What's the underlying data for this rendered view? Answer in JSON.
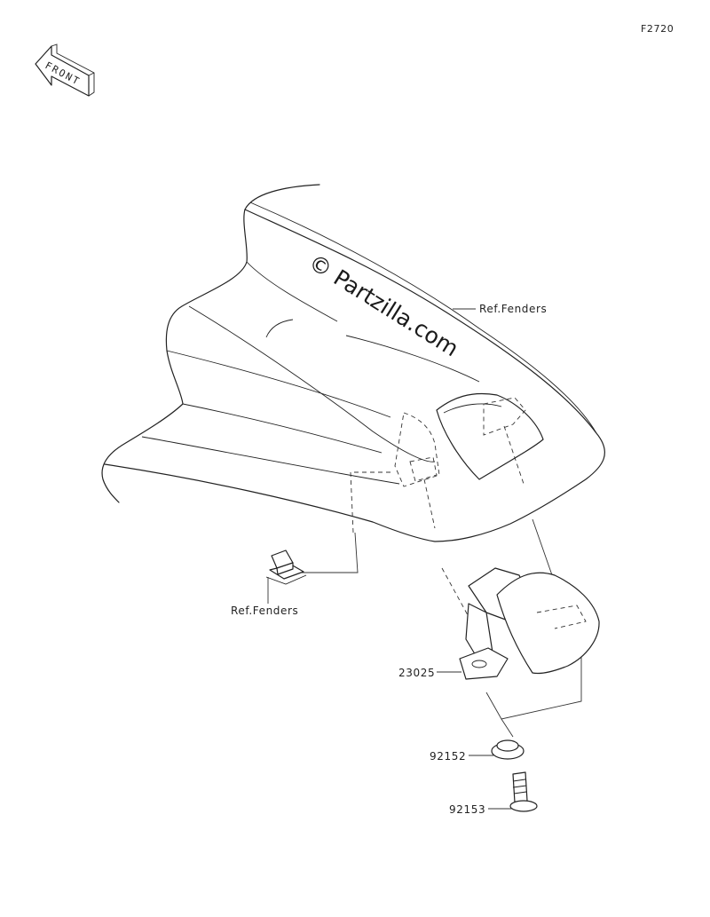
{
  "figure_id": "F2720",
  "front_arrow": {
    "label": "FRONT",
    "icon": "front-direction-arrow-icon"
  },
  "watermark": "© Partzilla.com",
  "callouts": {
    "ref_fenders_top": "Ref.Fenders",
    "ref_fenders_left": "Ref.Fenders",
    "p23025": "23025",
    "p92152": "92152",
    "p92153": "92153"
  },
  "colors": {
    "line": "#222222",
    "background": "#ffffff"
  }
}
